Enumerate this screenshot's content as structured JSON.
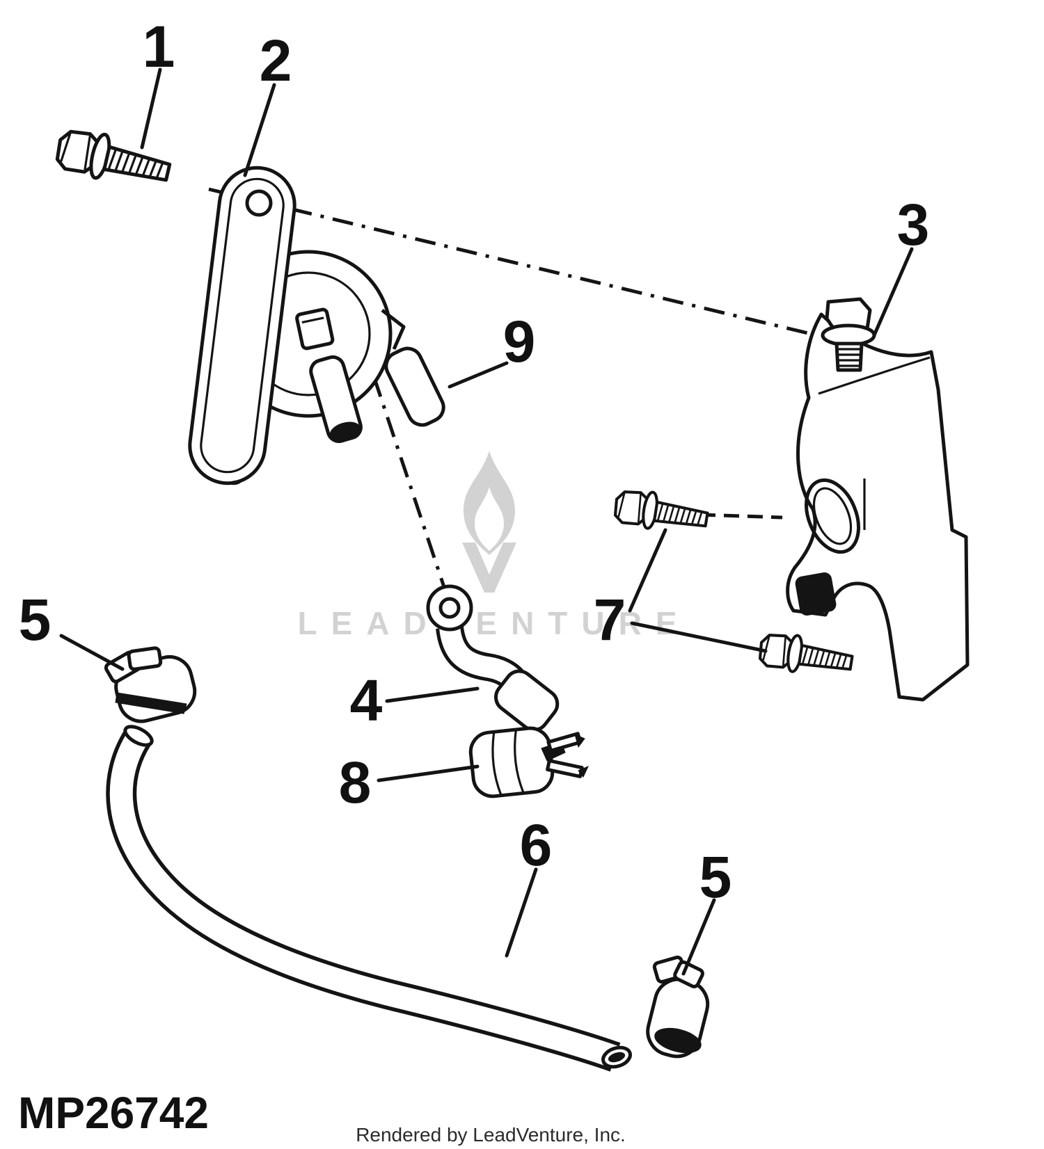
{
  "colors": {
    "line": "#141414",
    "watermark": "#d2d2d2",
    "background": "#ffffff",
    "text": "#111111"
  },
  "diagram": {
    "part_number": "MP26742",
    "footer": "Rendered by LeadVenture, Inc.",
    "watermark_text": "LEADVENTURE"
  },
  "callouts": {
    "c1": "1",
    "c2": "2",
    "c3": "3",
    "c4": "4",
    "c5_left": "5",
    "c5_right": "5",
    "c6": "6",
    "c7": "7",
    "c8": "8",
    "c9": "9"
  }
}
